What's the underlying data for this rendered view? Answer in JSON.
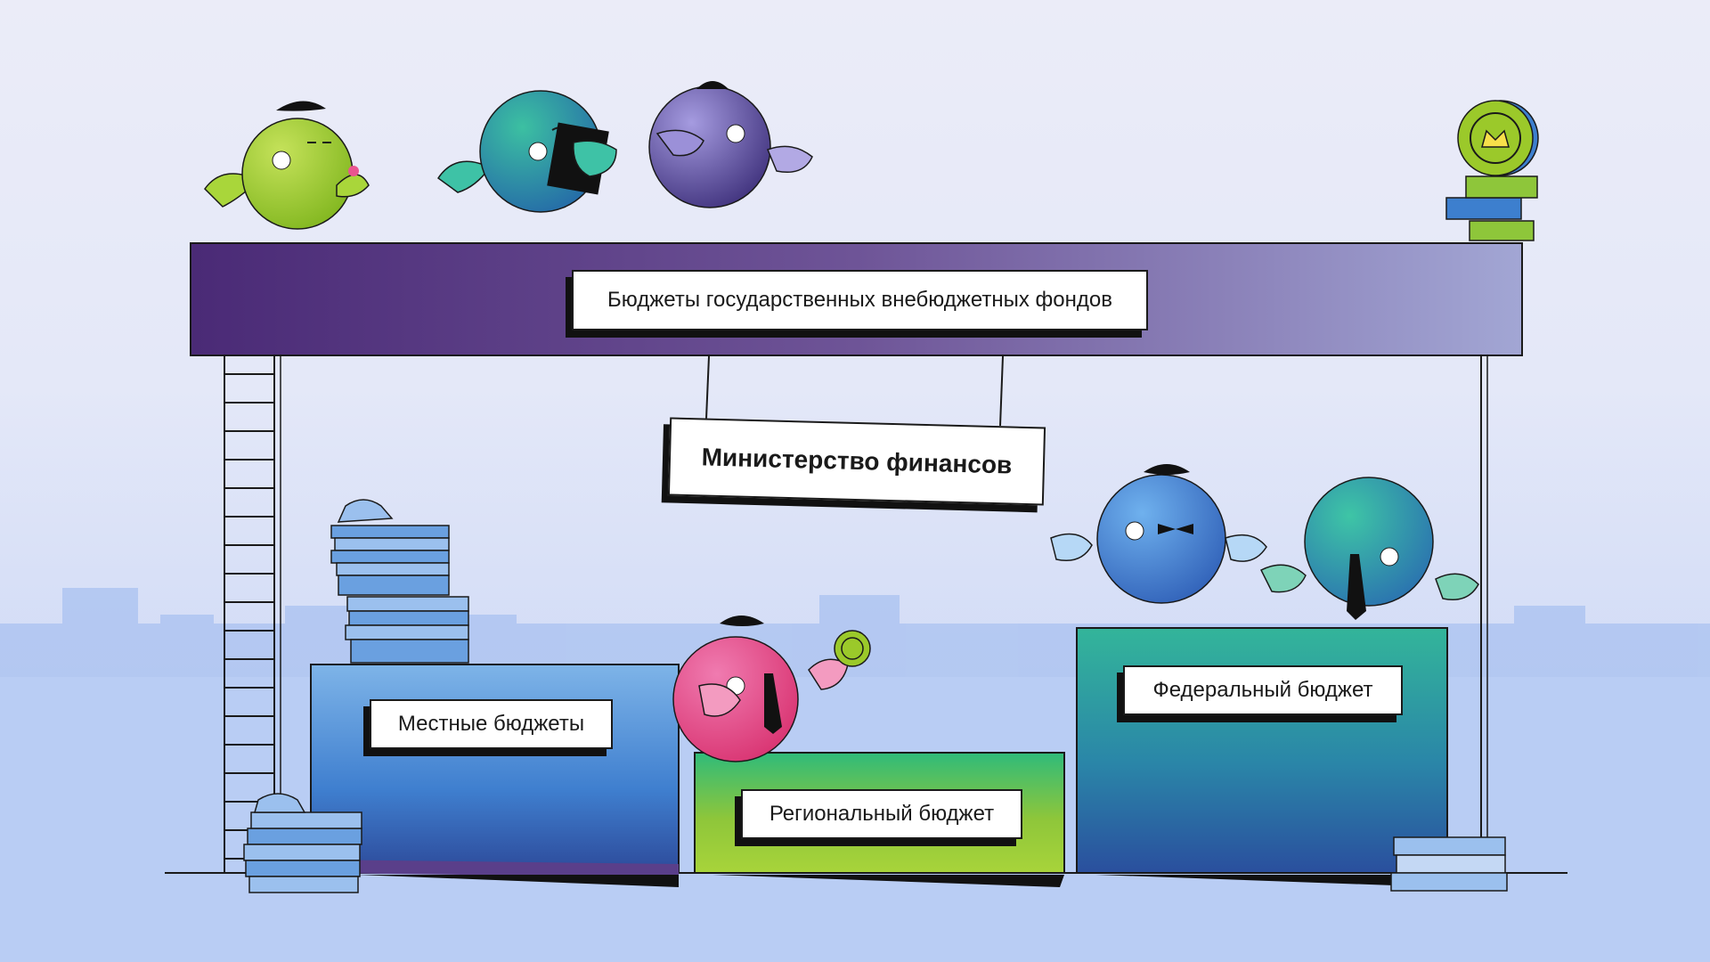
{
  "diagram": {
    "top_bar_label": "Бюджеты государственных внебюджетных фондов",
    "ministry_label": "Министерство финансов",
    "blocks": {
      "local": "Местные бюджеты",
      "regional": "Региональный бюджет",
      "federal": "Федеральный бюджет"
    }
  },
  "colors": {
    "top_bar_start": "#4a2a76",
    "top_bar_end": "#9fa3d2",
    "local_block": "#4f8fd6",
    "regional_block": "#8ec63a",
    "federal_block": "#2fae98",
    "character_green": "#9bc92a",
    "character_teal": "#2a9d9c",
    "character_purple": "#6a5cb3",
    "character_pink": "#e9558f",
    "character_blue": "#3e86d0"
  },
  "icons": [
    "coin-stack-icon",
    "ladder-icon",
    "paper-stack-icon",
    "coin-icon"
  ]
}
